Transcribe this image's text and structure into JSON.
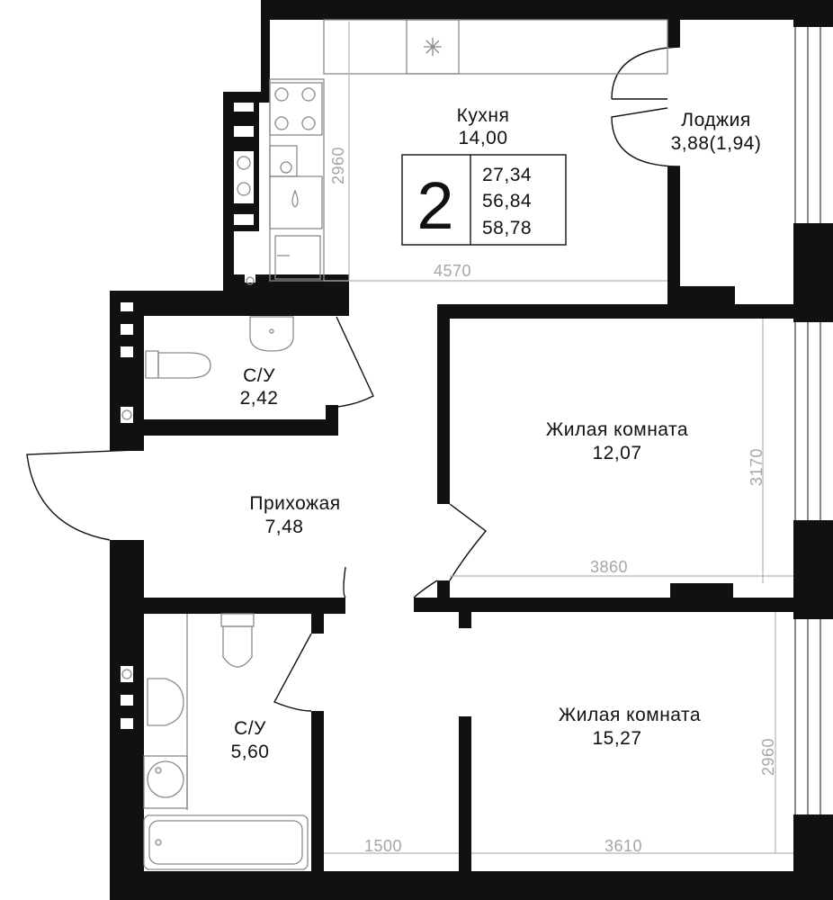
{
  "apartment": {
    "rooms_count": "2",
    "areas": [
      "27,34",
      "56,84",
      "58,78"
    ]
  },
  "rooms": {
    "kitchen": {
      "name": "Кухня",
      "area": "14,00"
    },
    "loggia": {
      "name": "Лоджия",
      "area": "3,88(1,94)"
    },
    "bath_small": {
      "name": "С/У",
      "area": "2,42"
    },
    "hallway": {
      "name": "Прихожая",
      "area": "7,48"
    },
    "living_1": {
      "name": "Жилая комната",
      "area": "12,07"
    },
    "bath_large": {
      "name": "С/У",
      "area": "5,60"
    },
    "living_2": {
      "name": "Жилая комната",
      "area": "15,27"
    }
  },
  "dimensions": {
    "kitchen_height": "2960",
    "kitchen_width": "4570",
    "living1_height": "3170",
    "living1_width": "3860",
    "corridor_width": "1500",
    "living2_width": "3610",
    "living2_height": "2960"
  },
  "colors": {
    "wall": "#111111",
    "dimension": "#a6a6a6",
    "fixture": "#8a8a8a"
  }
}
